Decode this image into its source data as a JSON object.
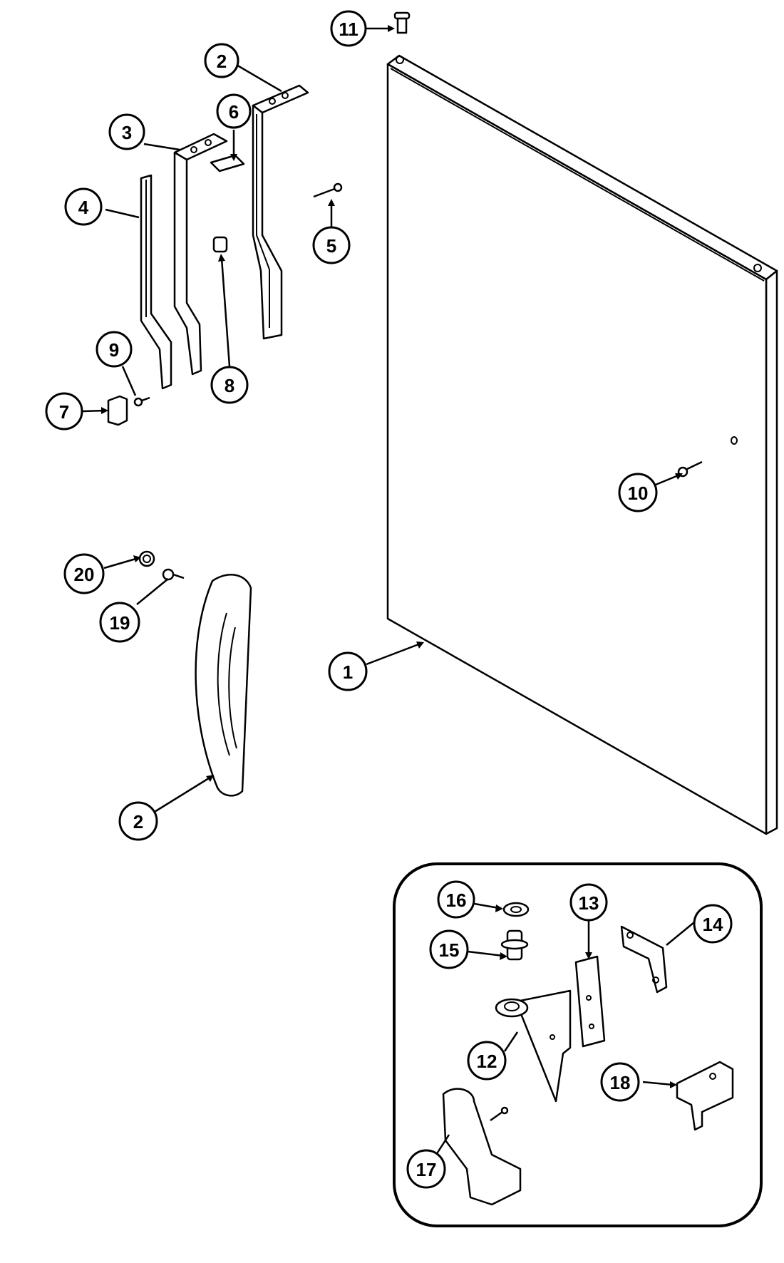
{
  "diagram": {
    "callouts": [
      {
        "id": "c11",
        "label": "11"
      },
      {
        "id": "c2a",
        "label": "2"
      },
      {
        "id": "c6",
        "label": "6"
      },
      {
        "id": "c3",
        "label": "3"
      },
      {
        "id": "c4",
        "label": "4"
      },
      {
        "id": "c5",
        "label": "5"
      },
      {
        "id": "c8",
        "label": "8"
      },
      {
        "id": "c9",
        "label": "9"
      },
      {
        "id": "c7",
        "label": "7"
      },
      {
        "id": "c10",
        "label": "10"
      },
      {
        "id": "c20",
        "label": "20"
      },
      {
        "id": "c19",
        "label": "19"
      },
      {
        "id": "c1",
        "label": "1"
      },
      {
        "id": "c2b",
        "label": "2"
      },
      {
        "id": "c16",
        "label": "16"
      },
      {
        "id": "c13",
        "label": "13"
      },
      {
        "id": "c14",
        "label": "14"
      },
      {
        "id": "c15",
        "label": "15"
      },
      {
        "id": "c12",
        "label": "12"
      },
      {
        "id": "c18",
        "label": "18"
      },
      {
        "id": "c17",
        "label": "17"
      }
    ]
  }
}
